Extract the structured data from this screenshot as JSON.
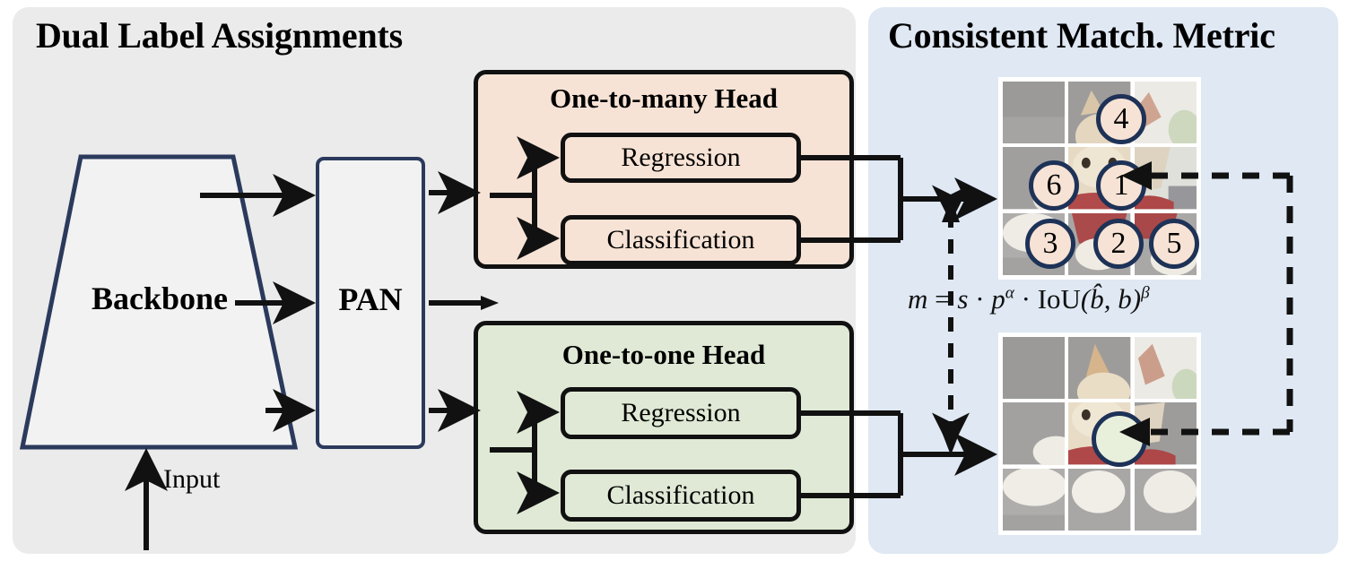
{
  "panels": {
    "left": {
      "title": "Dual Label Assignments",
      "bg": "#ebebeb"
    },
    "right": {
      "title": "Consistent Match. Metric",
      "bg": "#dfe8f3"
    }
  },
  "backbone": {
    "label": "Backbone",
    "border_color": "#2b3a5c",
    "fill": "#f2f2f2"
  },
  "pan": {
    "label": "PAN",
    "border_color": "#2b3a5c",
    "fill": "#f2f2f2"
  },
  "input": {
    "label": "Input"
  },
  "heads": [
    {
      "id": "one-to-many",
      "title": "One-to-many Head",
      "fill": "#f7e3d5",
      "branches": [
        {
          "label": "Regression"
        },
        {
          "label": "Classification"
        }
      ]
    },
    {
      "id": "one-to-one",
      "title": "One-to-one Head",
      "fill": "#dfe9d5",
      "branches": [
        {
          "label": "Regression"
        },
        {
          "label": "Classification"
        }
      ]
    }
  ],
  "metric": {
    "formula_plain": "m = s · p^α · IoU(b̂, b)^β",
    "lhs": "m",
    "equals": "=",
    "term_s": "s",
    "dot": "·",
    "term_p": "p",
    "exp_alpha": "α",
    "iou": "IoU",
    "iou_args": "(b̂, b)",
    "exp_beta": "β"
  },
  "grids": {
    "top": {
      "marker_fill": "#f7e3d5",
      "marker_border": "#1e3257",
      "markers": [
        {
          "label": "4",
          "cell": "top-center"
        },
        {
          "label": "6",
          "cell": "middle-left"
        },
        {
          "label": "1",
          "cell": "middle-center"
        },
        {
          "label": "3",
          "cell": "bottom-left"
        },
        {
          "label": "2",
          "cell": "bottom-center"
        },
        {
          "label": "5",
          "cell": "bottom-right"
        }
      ]
    },
    "bottom": {
      "marker_fill": "#e8f0dc",
      "marker_border": "#1e3257",
      "markers": [
        {
          "label": "",
          "cell": "middle-center"
        }
      ]
    }
  },
  "colors": {
    "navy": "#2b3a5c",
    "ink": "#111111",
    "peach": "#f7e3d5",
    "green": "#dfe9d5",
    "blue_panel": "#dfe8f3",
    "grey_panel": "#ebebeb"
  }
}
